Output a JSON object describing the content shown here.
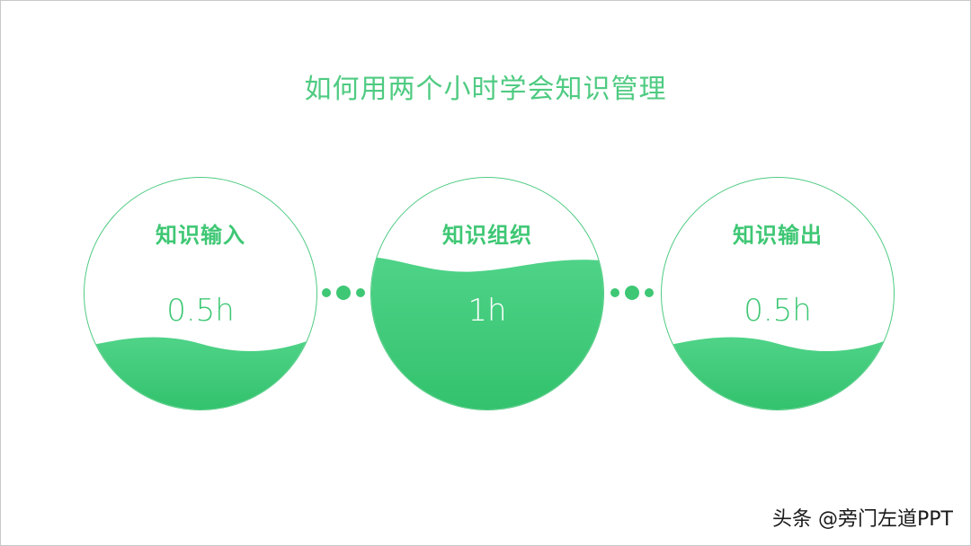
{
  "slide": {
    "title": "如何用两个小时学会知识管理",
    "accent_color": "#3ec774",
    "steps": [
      {
        "label": "知识输入",
        "value": "0.5h",
        "fill_level": "low"
      },
      {
        "label": "知识组织",
        "value": "1h",
        "fill_level": "high"
      },
      {
        "label": "知识输出",
        "value": "0.5h",
        "fill_level": "low"
      }
    ],
    "connectors": [
      "dots-icon",
      "dots-icon"
    ]
  },
  "watermark": "头条 @旁门左道PPT"
}
